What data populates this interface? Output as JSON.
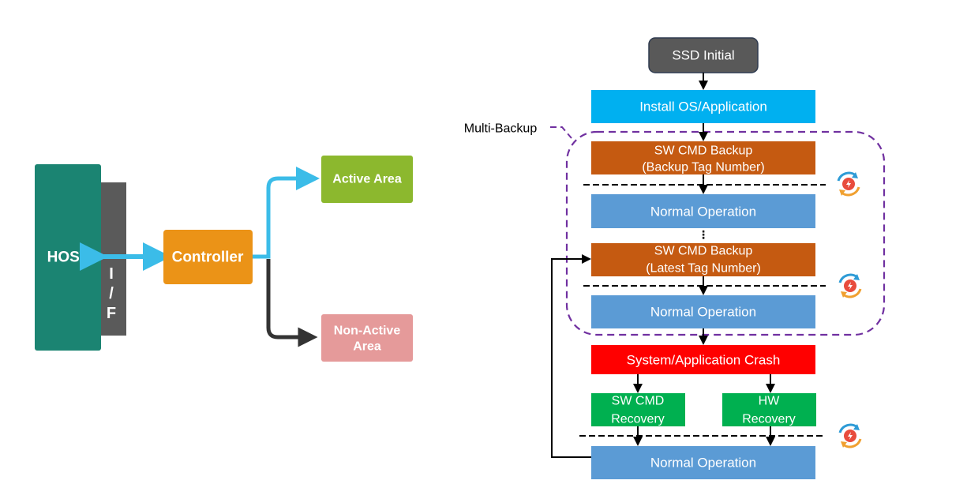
{
  "left_diagram": {
    "host": "HOST",
    "interface": [
      "I",
      "/",
      "F"
    ],
    "controller": "Controller",
    "active_area": "Active Area",
    "non_active_area": [
      "Non-Active",
      "Area"
    ]
  },
  "flow": {
    "ssd_initial": "SSD Initial",
    "install": "Install OS/Application",
    "multi_backup_label": "Multi-Backup",
    "backup1": [
      "SW CMD Backup",
      "(Backup Tag Number)"
    ],
    "normal1": "Normal Operation",
    "ellipsis": "⋮",
    "backup2": [
      "SW CMD Backup",
      "(Latest Tag Number)"
    ],
    "normal2": "Normal Operation",
    "crash": "System/Application Crash",
    "sw_recovery": [
      "SW CMD",
      "Recovery"
    ],
    "hw_recovery": [
      "HW",
      "Recovery"
    ],
    "normal3": "Normal Operation"
  },
  "colors": {
    "host": "#1B8472",
    "interface": "#5A5A5A",
    "controller": "#EB9317",
    "active": "#8CB82E",
    "non_active": "#E59A9A",
    "link_blue": "#3BBCE8",
    "link_dark": "#333333",
    "ssd": "#595959",
    "install": "#00B0F0",
    "backup": "#C55A11",
    "normal": "#5B9BD5",
    "crash": "#FF0000",
    "recovery": "#00B050",
    "dashed": "#7030A0"
  },
  "icons": [
    "sync-bolt-icon"
  ]
}
